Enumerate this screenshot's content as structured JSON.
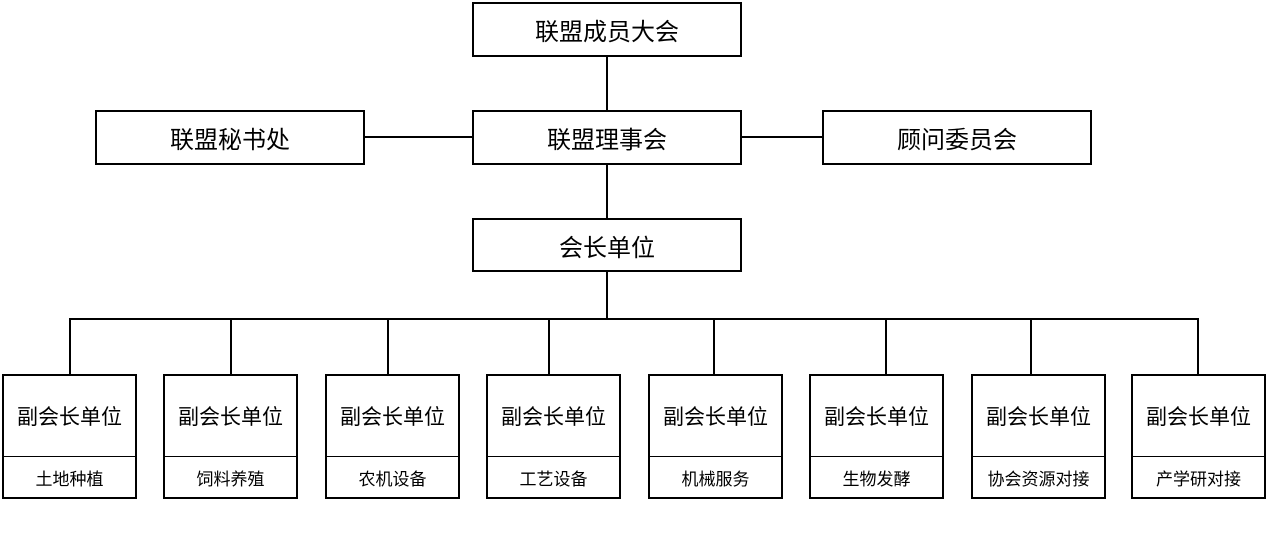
{
  "nodes": {
    "assembly": "联盟成员大会",
    "council": "联盟理事会",
    "secretariat": "联盟秘书处",
    "advisory": "顾问委员会",
    "president": "会长单位"
  },
  "vice_units": [
    {
      "title": "副会长单位",
      "field": "土地种植"
    },
    {
      "title": "副会长单位",
      "field": "饲料养殖"
    },
    {
      "title": "副会长单位",
      "field": "农机设备"
    },
    {
      "title": "副会长单位",
      "field": "工艺设备"
    },
    {
      "title": "副会长单位",
      "field": "机械服务"
    },
    {
      "title": "副会长单位",
      "field": "生物发酵"
    },
    {
      "title": "副会长单位",
      "field": "协会资源对接"
    },
    {
      "title": "副会长单位",
      "field": "产学研对接"
    }
  ]
}
